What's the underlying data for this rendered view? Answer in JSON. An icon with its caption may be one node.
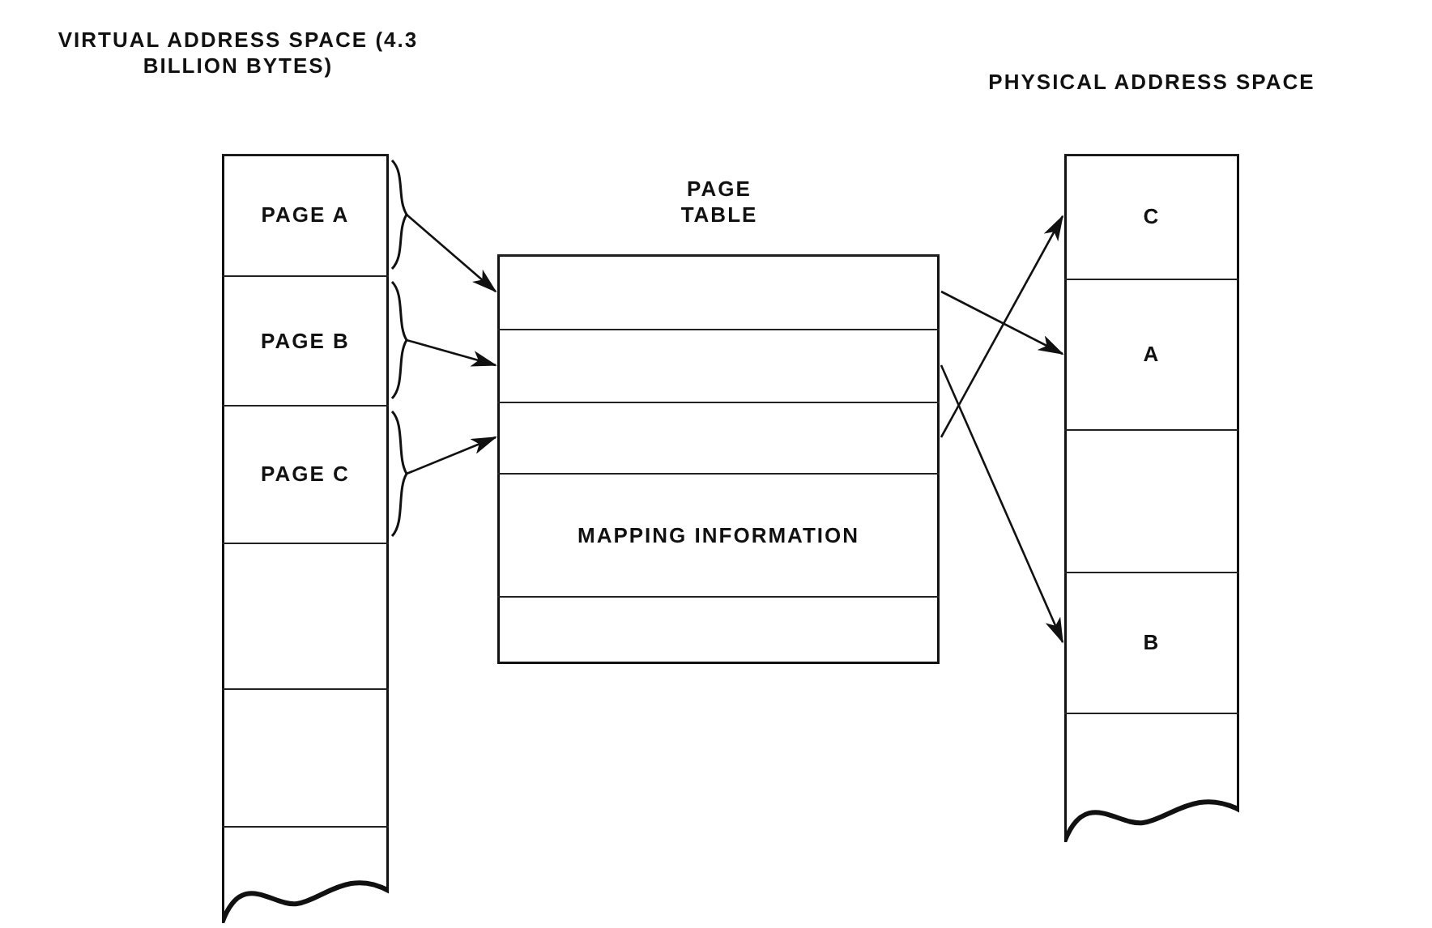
{
  "diagram": {
    "nodes": [
      {
        "text": [
          "VIRTUAL ADDRESS SPACE (4.3 BILLION BYTES)"
        ]
      },
      {
        "text": [
          "PAGE A"
        ],
        "in": 0
      },
      {
        "text": [
          "PAGE B"
        ],
        "in": 0
      },
      {
        "text": [
          "PAGE C"
        ],
        "in": 0
      },
      {
        "text": [],
        "shape": "box",
        "in": 0
      },
      {
        "text": [],
        "shape": "box",
        "in": 0
      },
      {
        "text": [],
        "shape": "box",
        "in": 0
      },
      {
        "text": [
          "PAGE TABLE"
        ]
      },
      {
        "text": [],
        "shape": "box",
        "in": 7
      },
      {
        "text": [],
        "shape": "box",
        "in": 7
      },
      {
        "text": [],
        "shape": "box",
        "in": 7
      },
      {
        "text": [
          "MAPPING INFORMATION"
        ],
        "in": 7
      },
      {
        "text": [],
        "shape": "box",
        "in": 7
      },
      {
        "text": [
          "PHYSICAL ADDRESS SPACE"
        ]
      },
      {
        "text": [
          "C"
        ],
        "in": 13
      },
      {
        "text": [
          "A"
        ],
        "in": 13
      },
      {
        "text": [],
        "shape": "box",
        "in": 13
      },
      {
        "text": [
          "B"
        ],
        "in": 13
      },
      {
        "text": [],
        "shape": "box",
        "in": 13
      }
    ],
    "edges": [
      {
        "from": 1,
        "to": 8,
        "arrow": "to"
      },
      {
        "from": 2,
        "to": 9,
        "arrow": "to"
      },
      {
        "from": 3,
        "to": 10,
        "arrow": "to"
      },
      {
        "from": 8,
        "to": 15,
        "arrow": "to"
      },
      {
        "from": 9,
        "to": 17,
        "arrow": "to"
      },
      {
        "from": 10,
        "to": 14,
        "arrow": "to"
      }
    ]
  }
}
